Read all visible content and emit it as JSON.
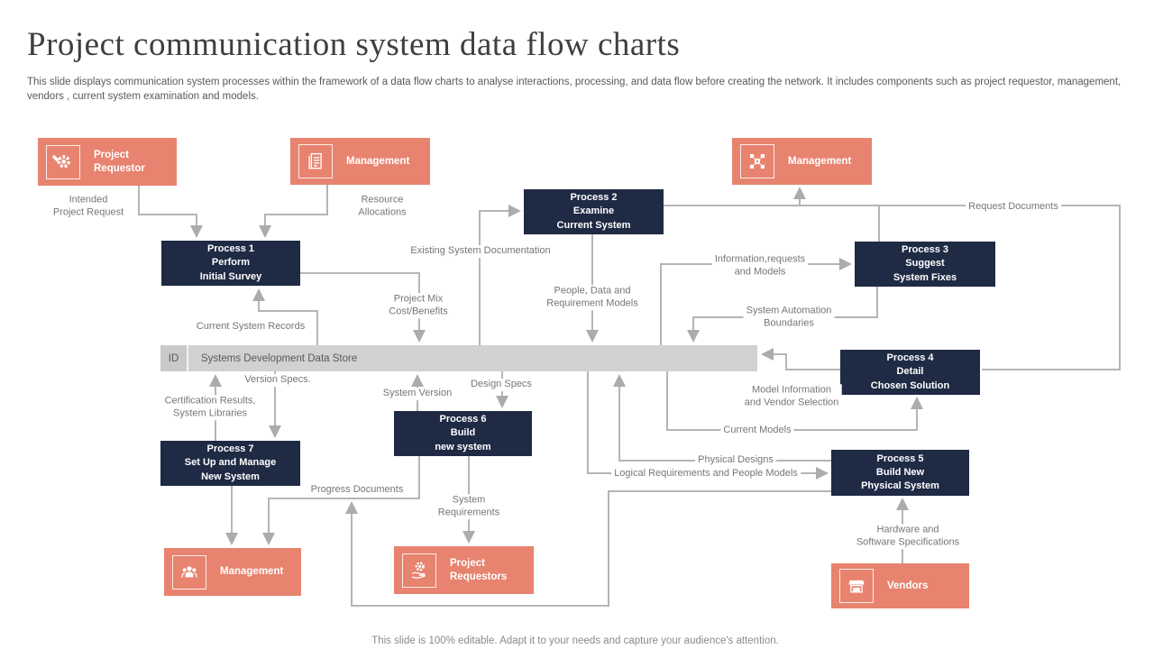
{
  "slide": {
    "title": "Project communication system data flow charts",
    "description": "This slide displays communication system processes within the framework of a data flow charts to analyse interactions, processing, and data flow before creating the network. It includes components such as project requestor, management, vendors , current system examination and models.",
    "footer": "This slide is 100% editable. Adapt it to your needs and capture your audience's attention."
  },
  "colors": {
    "entity_fill": "#E8836F",
    "process_fill": "#1F2A44",
    "datastore_fill": "#D1D1D1",
    "connector": "#B5B5B5",
    "label_text": "#767676"
  },
  "entities": {
    "project_requestor": {
      "label": "Project\nRequestor",
      "icon": "gear-wrench-icon"
    },
    "management_top": {
      "label": "Management",
      "icon": "clipboard-icon"
    },
    "management_right": {
      "label": "Management",
      "icon": "network-icon"
    },
    "management_bottom": {
      "label": "Management",
      "icon": "team-icon"
    },
    "project_requestors": {
      "label": "Project\nRequestors",
      "icon": "hand-gear-icon"
    },
    "vendors": {
      "label": "Vendors",
      "icon": "storefront-icon"
    }
  },
  "processes": {
    "p1": {
      "title": "Process 1",
      "line2": "Perform",
      "line3": "Initial  Survey"
    },
    "p2": {
      "title": "Process 2",
      "line2": "Examine",
      "line3": "Current  System"
    },
    "p3": {
      "title": "Process 3",
      "line2": "Suggest",
      "line3": "System Fixes"
    },
    "p4": {
      "title": "Process 4",
      "line2": "Detail",
      "line3": "Chosen  Solution"
    },
    "p5": {
      "title": "Process 5",
      "line2": "Build  New",
      "line3": "Physical  System"
    },
    "p6": {
      "title": "Process 6",
      "line2": "Build",
      "line3": "new system"
    },
    "p7": {
      "title": "Process 7",
      "line2": "Set Up and Manage",
      "line3": "New System"
    }
  },
  "datastore": {
    "id_label": "ID",
    "label": "Systems Development Data Store"
  },
  "flow_labels": {
    "intended_project_request": "Intended\nProject Request",
    "resource_allocations": "Resource\nAllocations",
    "existing_system_documentation": "Existing System Documentation",
    "people_data_requirement_models": "People, Data and\nRequirement Models",
    "project_mix_cost_benefits": "Project Mix\nCost/Benefits",
    "current_system_records": "Current System Records",
    "information_requests_and_models": "Information,requests\nand Models",
    "request_documents": "Request Documents",
    "system_automation_boundaries": "System Automation\nBoundaries",
    "model_information_vendor_selection": "Model Information\nand Vendor Selection",
    "current_models": "Current Models",
    "physical_designs": "Physical Designs",
    "logical_requirements_people_models": "Logical Requirements and People Models",
    "version_specs": "Version Specs.",
    "certification_results_system_libraries": "Certification Results,\nSystem Libraries",
    "system_version": "System Version",
    "design_specs": "Design Specs",
    "progress_documents": "Progress Documents",
    "system_requirements": "System\nRequirements",
    "hardware_software_specifications": "Hardware and\nSoftware Specifications"
  }
}
